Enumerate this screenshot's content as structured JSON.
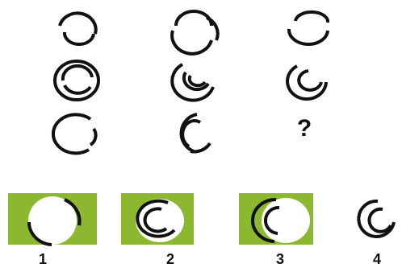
{
  "grid": {
    "missing_symbol": "?"
  },
  "options": {
    "labels": [
      "1",
      "2",
      "3",
      "4"
    ],
    "highlight_color": "#8bb82e"
  },
  "colors": {
    "ink": "#111111",
    "background": "#ffffff"
  }
}
